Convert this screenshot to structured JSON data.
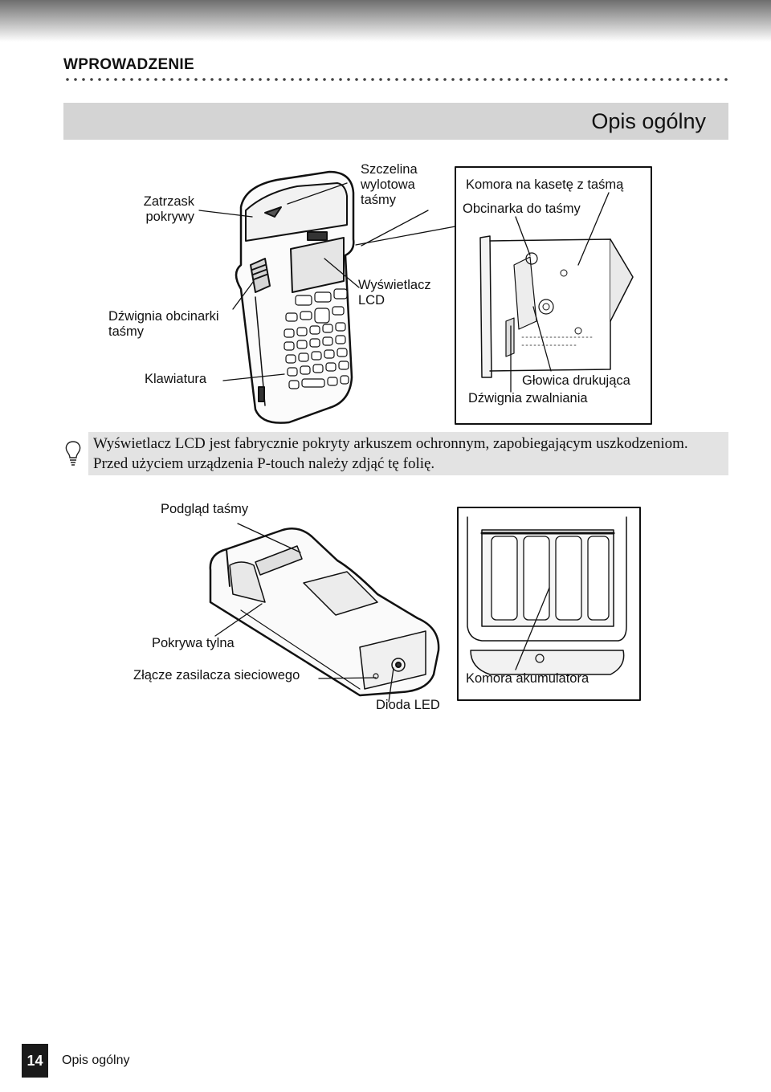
{
  "header": {
    "section": "WPROWADZENIE",
    "title": "Opis ogólny"
  },
  "figure_top": {
    "labels": {
      "latch": [
        "Zatrzask",
        "pokrywy"
      ],
      "exit_slot": [
        "Szczelina",
        "wylotowa",
        "taśmy"
      ],
      "cassette": "Komora na kasetę z taśmą",
      "cutter": "Obcinarka do taśmy",
      "cutter_lever": [
        "Dźwignia obcinarki",
        "taśmy"
      ],
      "lcd": [
        "Wyświetlacz",
        "LCD"
      ],
      "keyboard": "Klawiatura",
      "print_head": "Głowica drukująca",
      "release_lever": "Dźwignia zwalniania"
    }
  },
  "note": {
    "icon": "lightbulb-icon",
    "line1": "Wyświetlacz LCD jest fabrycznie pokryty arkuszem ochronnym, zapobiegającym uszkodzeniom.",
    "line2": "Przed użyciem urządzenia P-touch należy zdjąć tę folię."
  },
  "figure_bottom": {
    "labels": {
      "tape_view": "Podgląd taśmy",
      "back_cover": "Pokrywa tylna",
      "ac_connector": "Złącze zasilacza sieciowego",
      "battery": "Komora akumulatora",
      "led": "Dioda LED"
    }
  },
  "footer": {
    "page": "14",
    "text": "Opis ogólny"
  }
}
